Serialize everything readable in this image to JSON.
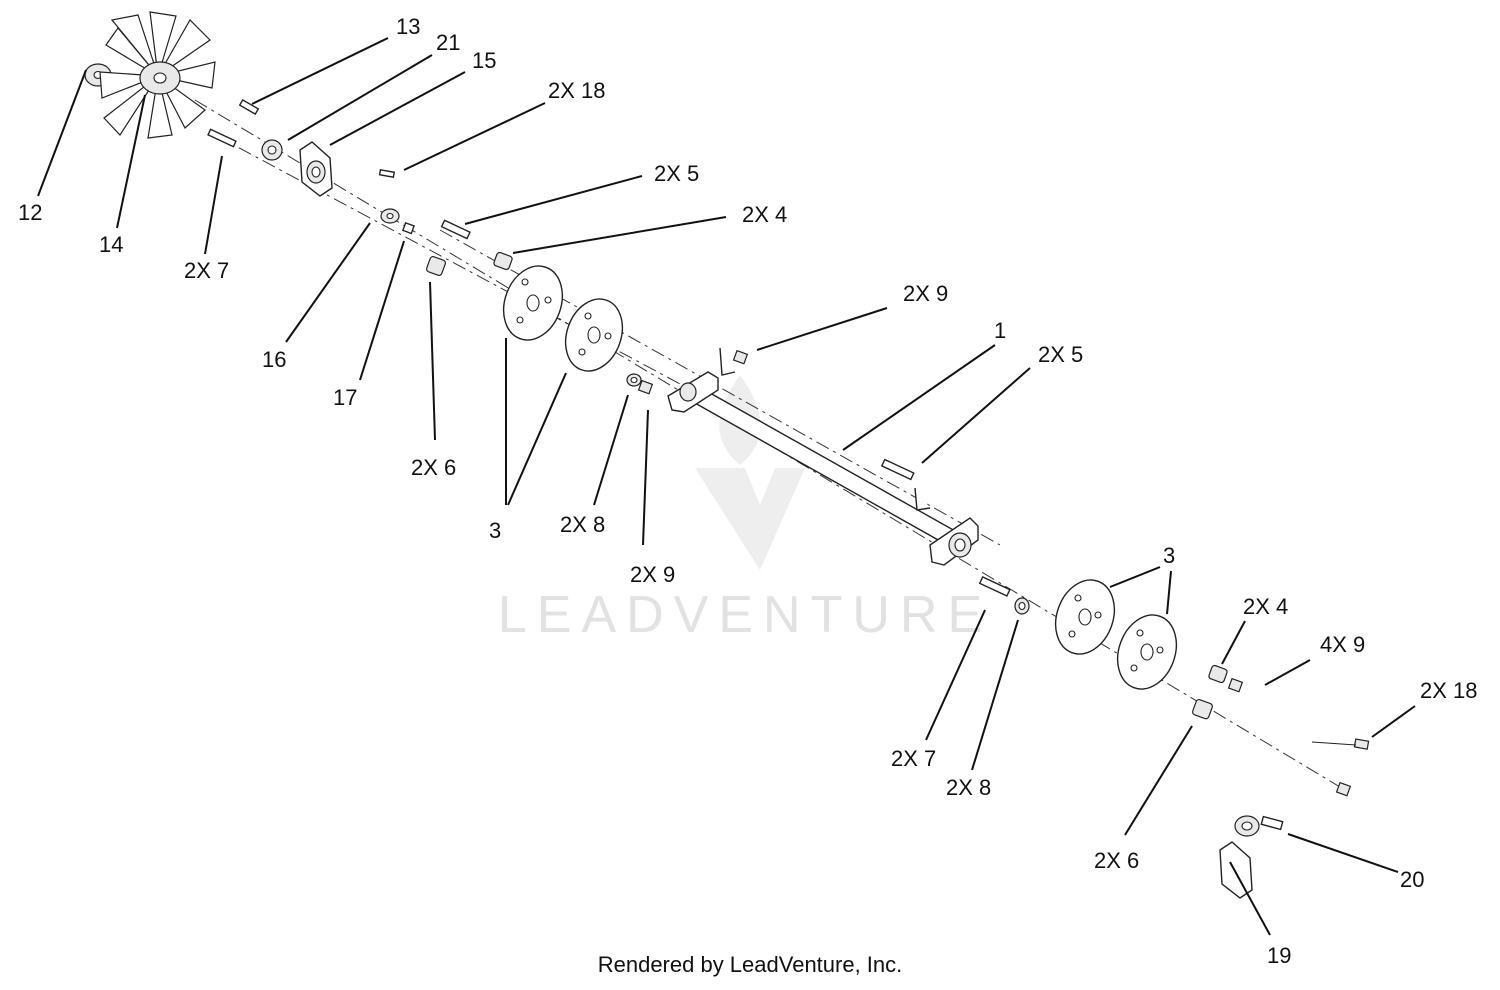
{
  "watermark": {
    "text": "LEADVENTURE"
  },
  "credit": "Rendered by LeadVenture, Inc.",
  "callouts": [
    {
      "id": "c13a",
      "text": "13"
    },
    {
      "id": "c21",
      "text": "21"
    },
    {
      "id": "c15",
      "text": "15"
    },
    {
      "id": "c2x18a",
      "text": "2X 18"
    },
    {
      "id": "c12",
      "text": "12"
    },
    {
      "id": "c14",
      "text": "14"
    },
    {
      "id": "c2x7a",
      "text": "2X 7"
    },
    {
      "id": "c2x5a",
      "text": "2X 5"
    },
    {
      "id": "c2x4a",
      "text": "2X 4"
    },
    {
      "id": "c16",
      "text": "16"
    },
    {
      "id": "c17",
      "text": "17"
    },
    {
      "id": "c2x6a",
      "text": "2X 6"
    },
    {
      "id": "c3a",
      "text": "3"
    },
    {
      "id": "c2x8a",
      "text": "2X 8"
    },
    {
      "id": "c2x9a",
      "text": "2X 9"
    },
    {
      "id": "c2x9b",
      "text": "2X 9"
    },
    {
      "id": "c1",
      "text": "1"
    },
    {
      "id": "c2x5b",
      "text": "2X 5"
    },
    {
      "id": "c3b",
      "text": "3"
    },
    {
      "id": "c2x4b",
      "text": "2X 4"
    },
    {
      "id": "c4x9",
      "text": "4X 9"
    },
    {
      "id": "c2x18b",
      "text": "2X 18"
    },
    {
      "id": "c2x7b",
      "text": "2X 7"
    },
    {
      "id": "c2x8b",
      "text": "2X 8"
    },
    {
      "id": "c2x6b",
      "text": "2X 6"
    },
    {
      "id": "c20",
      "text": "20"
    },
    {
      "id": "c19",
      "text": "19"
    }
  ]
}
